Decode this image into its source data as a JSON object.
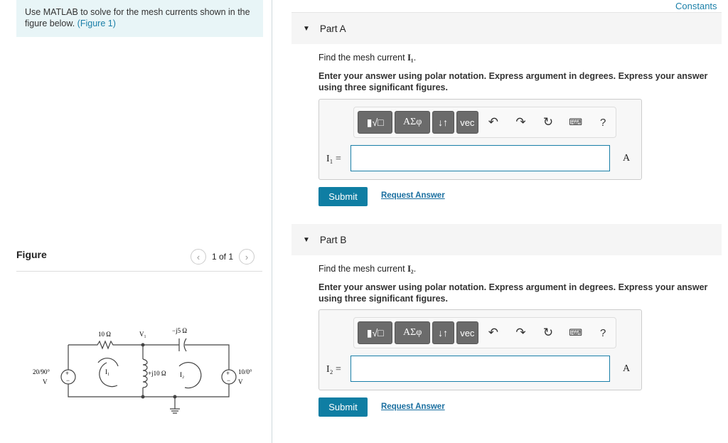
{
  "problem": {
    "text": "Use MATLAB to solve for the mesh currents shown in the figure below.",
    "figure_link": "(Figure 1)"
  },
  "constants_link": "Constants",
  "figure": {
    "title": "Figure",
    "pager": "1 of 1",
    "labels": {
      "r1": "10 Ω",
      "v1": "V₁",
      "cap": "−j5 Ω",
      "ind": "+j10 Ω",
      "i1": "I₁",
      "i2": "I₂",
      "src1": "20/90°",
      "src1u": "V",
      "src2": "10/0°",
      "src2u": "V"
    }
  },
  "toolbar": {
    "templates": "▮√□",
    "greek": "ΑΣφ",
    "arrows": "↓↑",
    "vec": "vec",
    "help": "?"
  },
  "parts": [
    {
      "title": "Part A",
      "question": "Find the mesh current ",
      "var": "I₁",
      "instructions": "Enter your answer using polar notation. Express argument in degrees. Express your answer using three significant figures.",
      "label": "I₁ =",
      "value": "",
      "unit": "A",
      "submit": "Submit",
      "request": "Request Answer"
    },
    {
      "title": "Part B",
      "question": "Find the mesh current ",
      "var": "I₂",
      "instructions": "Enter your answer using polar notation. Express argument in degrees. Express your answer using three significant figures.",
      "label": "I₂ =",
      "value": "",
      "unit": "A",
      "submit": "Submit",
      "request": "Request Answer"
    }
  ]
}
